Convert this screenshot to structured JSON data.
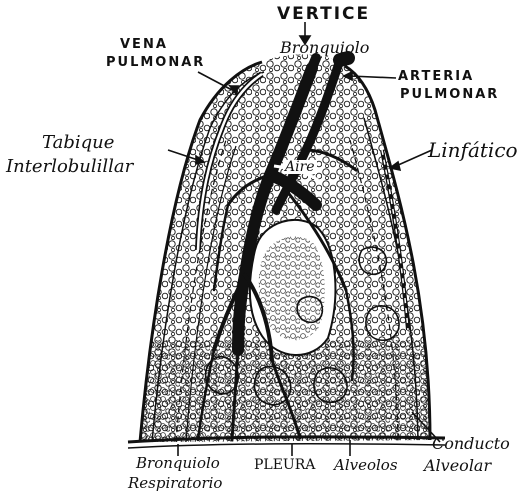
{
  "labels": {
    "vertice": "VERTICE",
    "bronquiolo": "Bronquiolo",
    "vena_line1": "VENA",
    "vena_line2": "PULMONAR",
    "arteria_line1": "ARTERIA",
    "arteria_line2": "PULMONAR",
    "tabique_line1": "Tabique",
    "tabique_line2": "Interlobulillar",
    "linfatico": "Linfático",
    "aire": "Aire",
    "bronquiolo_resp_line1": "Bronquiolo",
    "bronquiolo_resp_line2": "Respiratorio",
    "pleura": "PLEURA",
    "alveolos": "Alveolos",
    "conducto_line1": "Conducto",
    "conducto_line2": "Alveolar"
  },
  "colors": {
    "ink": "#111111",
    "background": "#ffffff"
  }
}
